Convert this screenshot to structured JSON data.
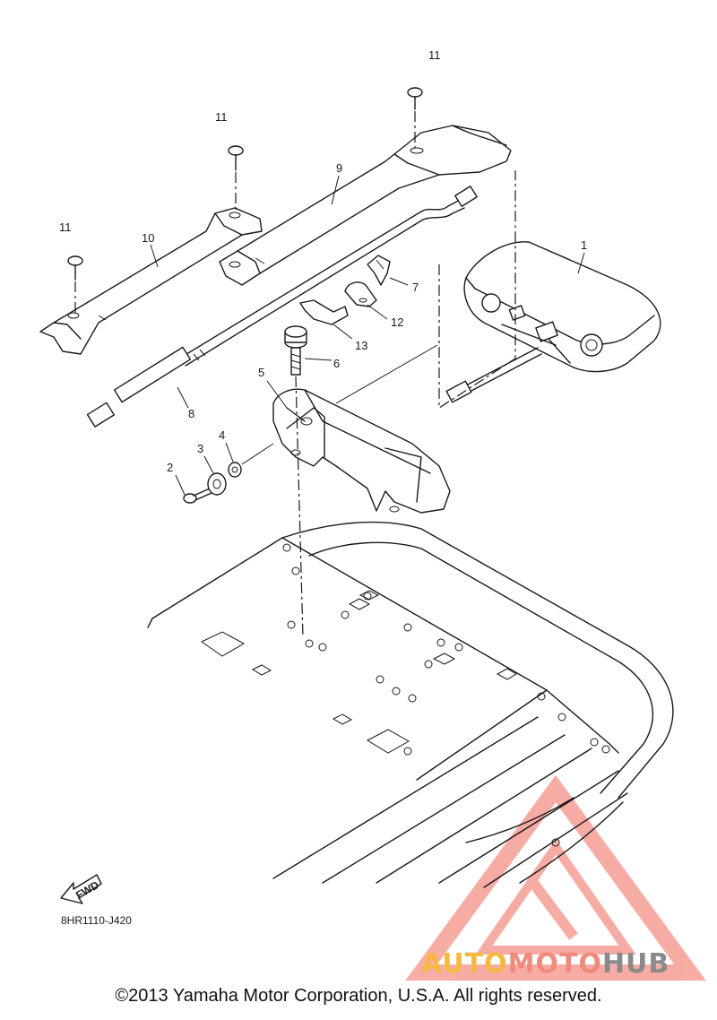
{
  "callouts": [
    {
      "num": "1",
      "label": "1"
    },
    {
      "num": "2",
      "label": "2"
    },
    {
      "num": "3",
      "label": "3"
    },
    {
      "num": "4",
      "label": "4"
    },
    {
      "num": "5",
      "label": "5"
    },
    {
      "num": "6",
      "label": "6"
    },
    {
      "num": "7",
      "label": "7"
    },
    {
      "num": "8",
      "label": "8"
    },
    {
      "num": "9",
      "label": "9"
    },
    {
      "num": "10",
      "label": "10"
    },
    {
      "num": "11a",
      "label": "11"
    },
    {
      "num": "11b",
      "label": "11"
    },
    {
      "num": "11c",
      "label": "11"
    },
    {
      "num": "12",
      "label": "12"
    },
    {
      "num": "13",
      "label": "13"
    }
  ],
  "fwd_label": "FWD",
  "diagram_code": "8HR1110-J420",
  "copyright": "©2013 Yamaha Motor Corporation, U.S.A. All rights reserved.",
  "watermark": {
    "part1": "AUTO",
    "part2": "MOTO",
    "part3": "HUB",
    "color1": "#f5b942",
    "color2": "#f08a7c",
    "color3": "#8a8a8a"
  }
}
